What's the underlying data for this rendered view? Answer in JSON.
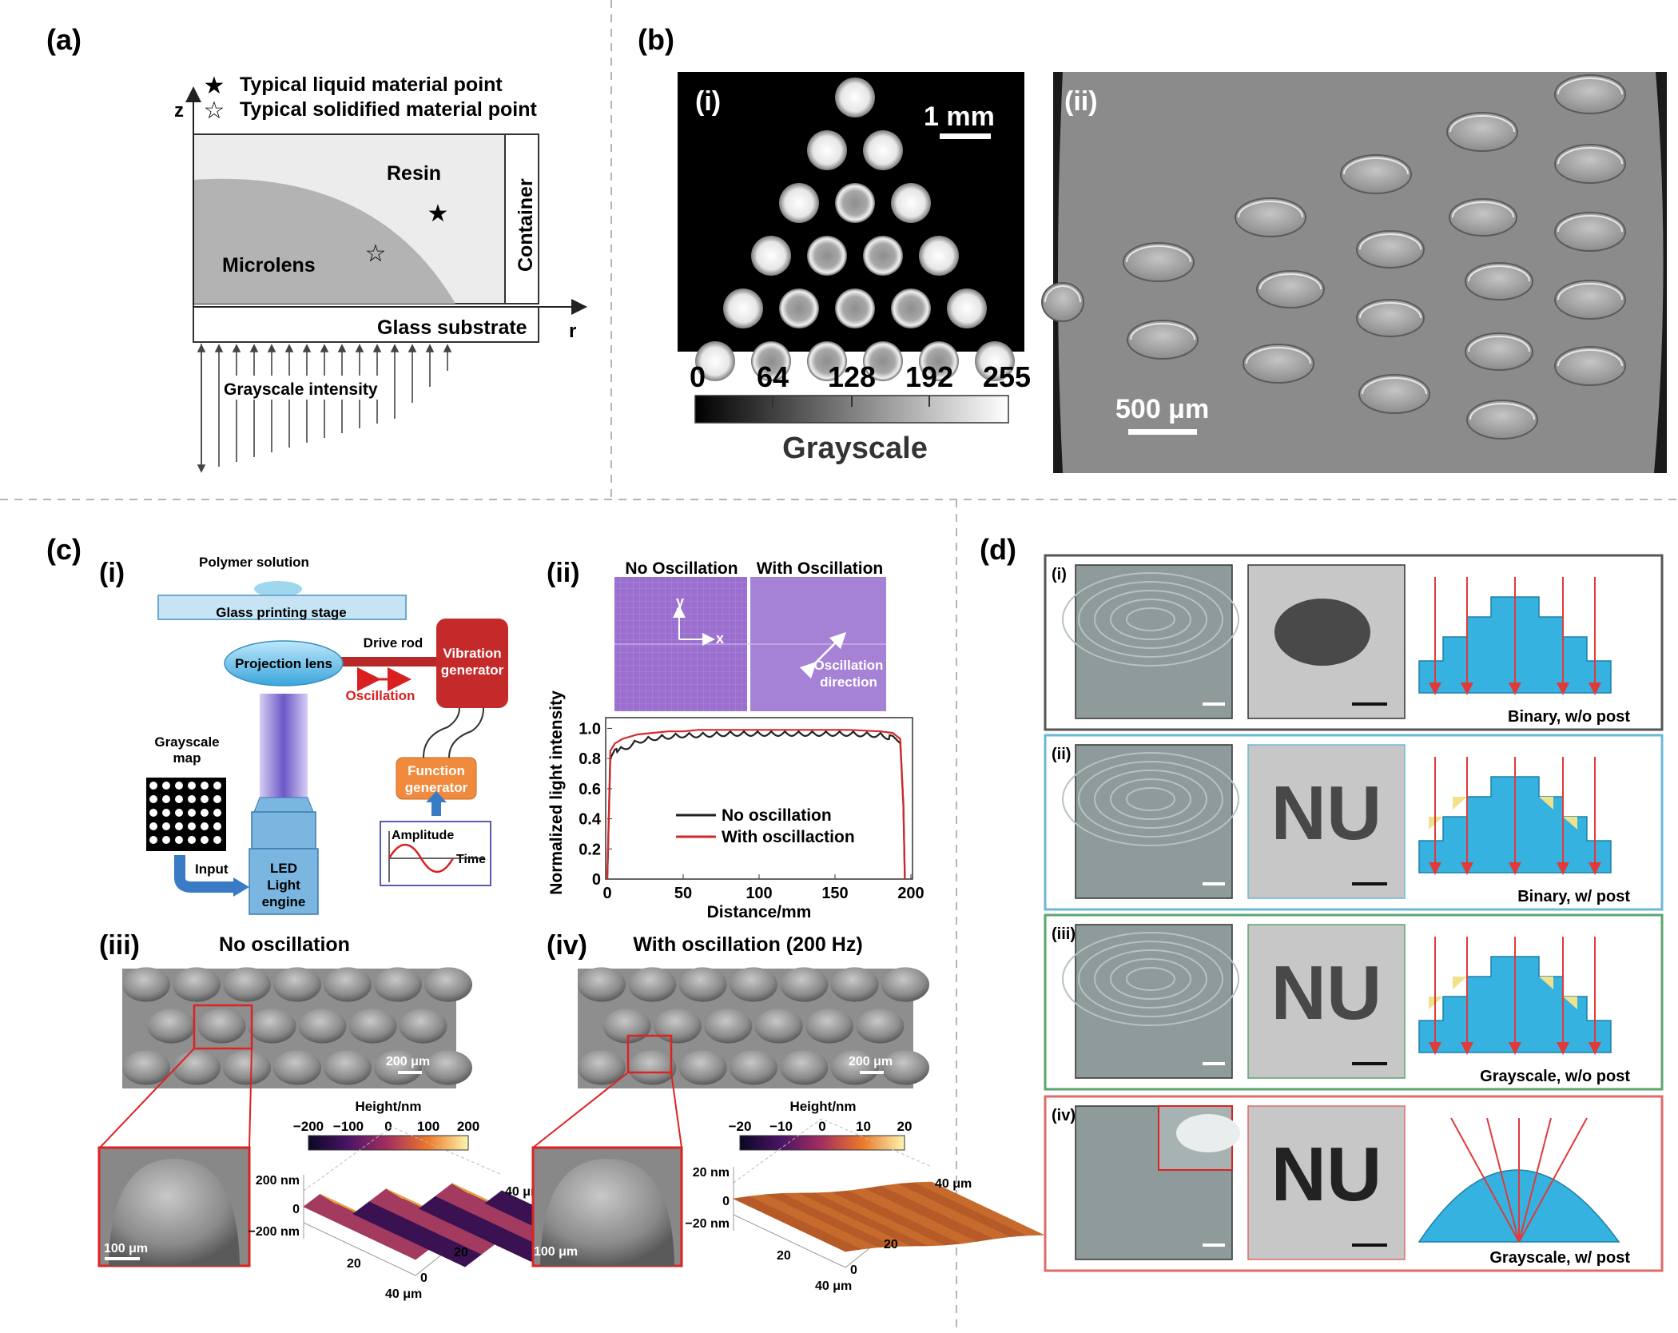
{
  "panel_a": {
    "label": "(a)",
    "legend_liquid": "Typical liquid material point",
    "legend_solid": "Typical solidified material point",
    "axis_z": "z",
    "axis_r": "r",
    "resin": "Resin",
    "microlens": "Microlens",
    "container": "Container",
    "substrate": "Glass substrate",
    "intensity": "Grayscale intensity"
  },
  "panel_b": {
    "label": "(b)",
    "sub_i": "(i)",
    "sub_ii": "(ii)",
    "scale_i": "1 mm",
    "scale_ii": "500 μm",
    "colorbar_ticks": [
      "0",
      "64",
      "128",
      "192",
      "255"
    ],
    "colorbar_title": "Grayscale"
  },
  "panel_c": {
    "label": "(c)",
    "sub_i": "(i)",
    "sub_ii": "(ii)",
    "sub_iii": "(iii)",
    "sub_iv": "(iv)",
    "polymer_solution": "Polymer solution",
    "stage": "Glass printing stage",
    "drive_rod": "Drive rod",
    "projection_lens": "Projection lens",
    "vibration_generator_1": "Vibration",
    "vibration_generator_2": "generator",
    "oscillation": "Oscillation",
    "grayscale_map_1": "Grayscale",
    "grayscale_map_2": "map",
    "input": "Input",
    "led_1": "LED",
    "led_2": "Light",
    "led_3": "engine",
    "function_gen_1": "Function",
    "function_gen_2": "generator",
    "amplitude": "Amplitude",
    "time": "Time",
    "no_osc_header": "No Oscillation",
    "with_osc_header": "With Oscillation",
    "axis_x": "x",
    "axis_y": "y",
    "osc_direction_1": "Oscillation",
    "osc_direction_2": "direction",
    "iii_title": "No oscillation",
    "iv_title": "With oscillation (200 Hz)",
    "scale_200": "200 μm",
    "scale_100": "100 μm",
    "height_label": "Height/nm",
    "cb_iii_ticks": [
      "−200",
      "−100",
      "0",
      "100",
      "200"
    ],
    "cb_iv_ticks": [
      "−20",
      "−10",
      "0",
      "10",
      "20"
    ],
    "z_iii_ticks": [
      "200 nm",
      "0",
      "−200 nm"
    ],
    "z_iv_ticks": [
      "20 nm",
      "0",
      "−20 nm"
    ],
    "surf_x_ticks": [
      "40 μm",
      "20",
      "0"
    ],
    "surf_y_ticks": [
      "40 μm",
      "20",
      "0"
    ]
  },
  "chart_data": {
    "type": "line",
    "xlabel": "Distance/mm",
    "ylabel": "Normalized light intensity",
    "xlim": [
      0,
      200
    ],
    "ylim": [
      0,
      1.05
    ],
    "x_ticks": [
      "0",
      "50",
      "100",
      "150",
      "200"
    ],
    "y_ticks": [
      "0",
      "0.2",
      "0.4",
      "0.6",
      "0.8",
      "1.0"
    ],
    "legend": "center-right",
    "series": [
      {
        "name": "No oscillation",
        "color": "#222222",
        "x": [
          0,
          2,
          5,
          10,
          15,
          20,
          30,
          40,
          50,
          60,
          80,
          100,
          120,
          140,
          160,
          180,
          188,
          193,
          195,
          196
        ],
        "y": [
          0,
          0.8,
          0.86,
          0.88,
          0.9,
          0.93,
          0.95,
          0.96,
          0.97,
          0.97,
          0.98,
          0.98,
          0.98,
          0.98,
          0.98,
          0.97,
          0.95,
          0.9,
          0.5,
          0
        ],
        "ripple": 0.03,
        "ripple_period": 9
      },
      {
        "name": "With oscillaction",
        "color": "#d62728",
        "x": [
          0,
          2,
          5,
          10,
          20,
          30,
          40,
          50,
          60,
          80,
          100,
          120,
          140,
          160,
          180,
          188,
          193,
          195,
          196
        ],
        "y": [
          0,
          0.85,
          0.9,
          0.93,
          0.96,
          0.97,
          0.98,
          0.98,
          0.99,
          0.99,
          0.99,
          0.99,
          0.99,
          0.99,
          0.98,
          0.97,
          0.93,
          0.5,
          0
        ]
      }
    ]
  },
  "panel_d": {
    "label": "(d)",
    "rows": [
      {
        "tag": "(i)",
        "caption": "Binary, w/o post",
        "color": "#555555"
      },
      {
        "tag": "(ii)",
        "caption": "Binary, w/ post",
        "color": "#6bb8d6"
      },
      {
        "tag": "(iii)",
        "caption": "Grayscale, w/o post",
        "color": "#5aa56e"
      },
      {
        "tag": "(iv)",
        "caption": "Grayscale, w/ post",
        "color": "#e06a6a"
      }
    ],
    "nu_text": "NU"
  }
}
